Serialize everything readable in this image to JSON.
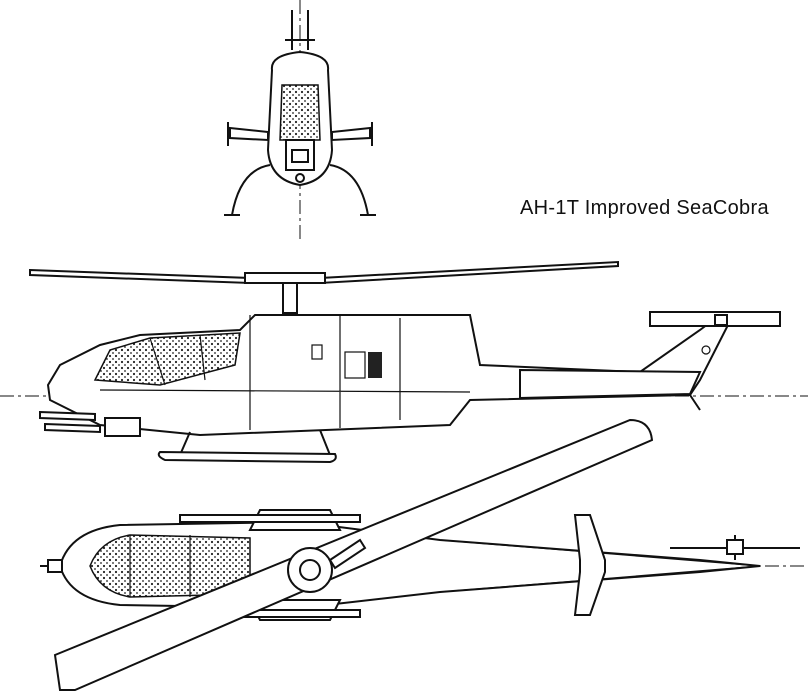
{
  "title": "AH-1T Improved SeaCobra",
  "views": [
    "front-view",
    "side-view",
    "top-view"
  ],
  "colors": {
    "ink": "#111111",
    "paper": "#ffffff"
  }
}
